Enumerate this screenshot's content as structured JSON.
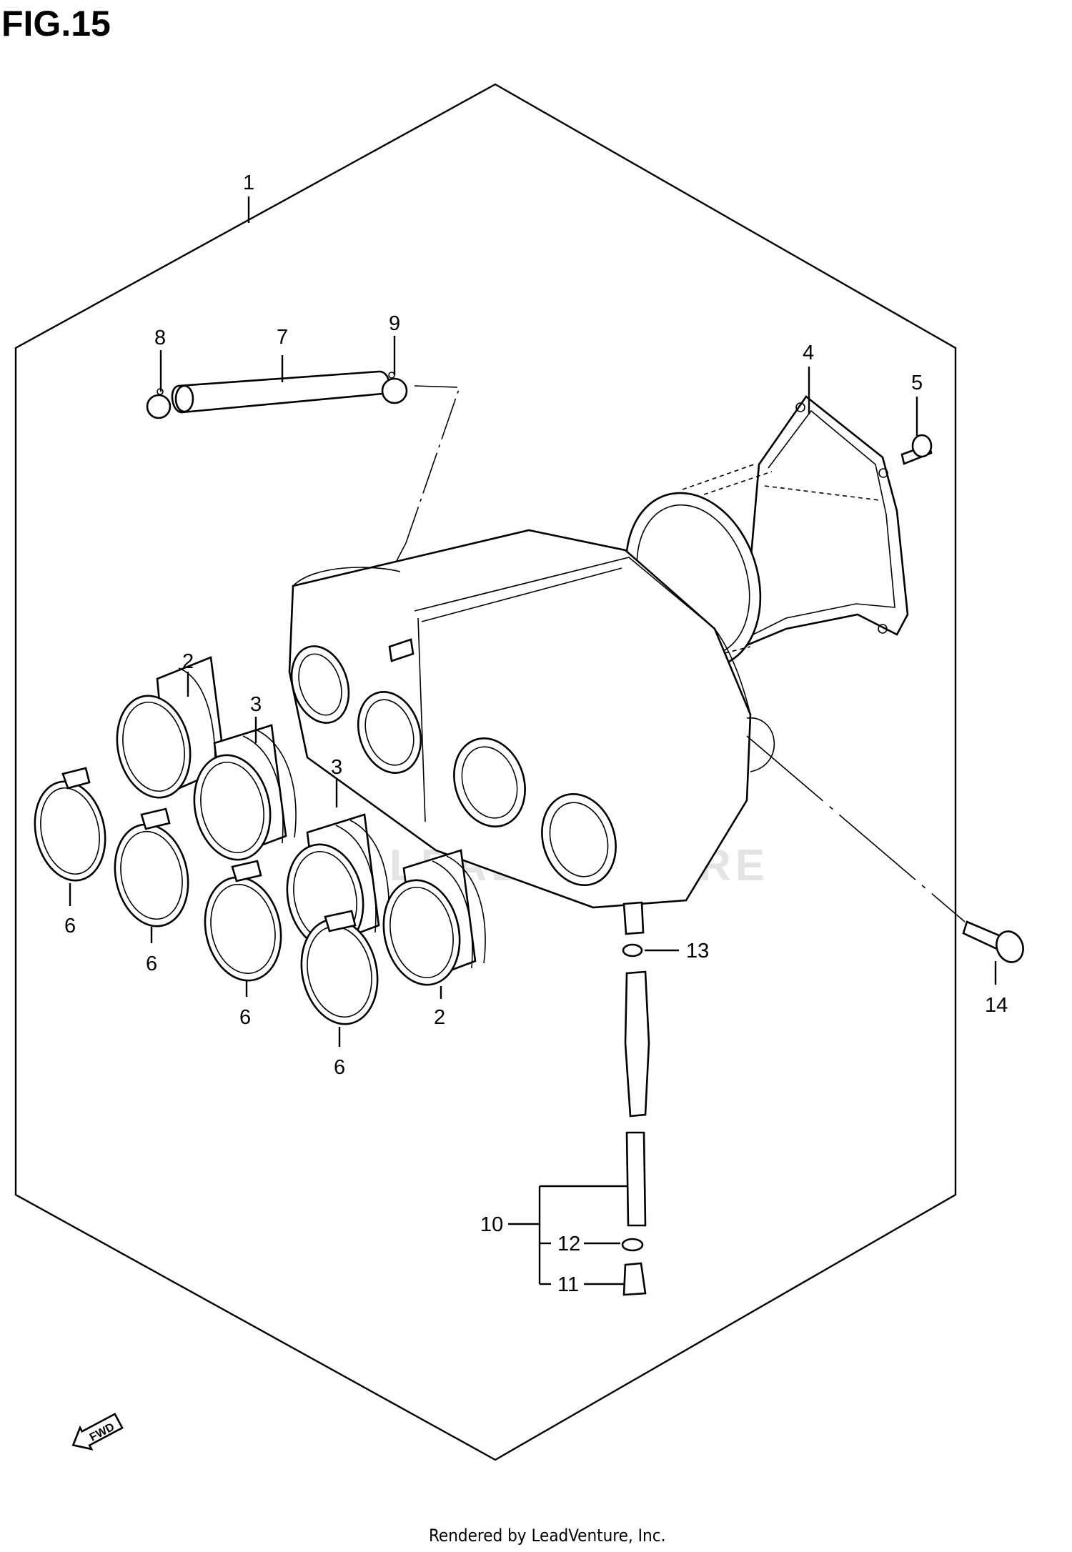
{
  "figure": {
    "title": "FIG.15",
    "footer": "Rendered by LeadVenture, Inc."
  },
  "watermark": {
    "text": "LEADVENTURE",
    "color": "#e4e4e4"
  },
  "fwd_arrow": {
    "label": "FWD"
  },
  "callouts": [
    {
      "ref": "1",
      "label": "1"
    },
    {
      "ref": "2a",
      "label": "2"
    },
    {
      "ref": "2b",
      "label": "2"
    },
    {
      "ref": "3a",
      "label": "3"
    },
    {
      "ref": "3b",
      "label": "3"
    },
    {
      "ref": "4",
      "label": "4"
    },
    {
      "ref": "5",
      "label": "5"
    },
    {
      "ref": "6a",
      "label": "6"
    },
    {
      "ref": "6b",
      "label": "6"
    },
    {
      "ref": "6c",
      "label": "6"
    },
    {
      "ref": "6d",
      "label": "6"
    },
    {
      "ref": "7",
      "label": "7"
    },
    {
      "ref": "8",
      "label": "8"
    },
    {
      "ref": "9",
      "label": "9"
    },
    {
      "ref": "10",
      "label": "10"
    },
    {
      "ref": "11",
      "label": "11"
    },
    {
      "ref": "12",
      "label": "12"
    },
    {
      "ref": "13",
      "label": "13"
    },
    {
      "ref": "14",
      "label": "14"
    }
  ],
  "colors": {
    "line": "#000000",
    "background": "#ffffff"
  }
}
